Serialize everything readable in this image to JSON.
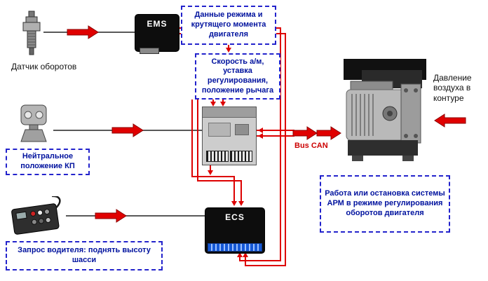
{
  "labels": {
    "ems": "EMS",
    "ecs": "ECS",
    "bus_can": "Bus CAN",
    "rpm_sensor_caption": "Датчик оборотов",
    "air_pressure_caption": "Давление воздуха в контуре"
  },
  "callouts": {
    "engine_data": "Данные режима и крутящего момента двигателя",
    "speed_setpoint": "Скорость а/м, уставка регулирования, положение рычага",
    "gearbox_neutral": "Нейтральное положение КП",
    "driver_request": "Запрос водителя: поднять высоту шасси",
    "apm_status": "Работа или остановка системы АРМ в режиме регулирования оборотов двигателя"
  },
  "colors": {
    "signal_arrow": "#e00000",
    "signal_arrow_outline": "#8b0000",
    "bus_line": "#dd0000",
    "callout_border": "#2323cc",
    "callout_text": "#00129e",
    "bus_can_text": "#cc0000",
    "wire_black": "#222222"
  },
  "icons": {
    "rpm_sensor": "speed-sensor-icon",
    "gearbox_switch": "gearbox-neutral-switch-icon",
    "remote_control": "driver-remote-icon",
    "compressor": "air-compressor-photo",
    "ems_unit": "ems-control-unit",
    "ecu_unit": "central-control-unit",
    "ecs_unit": "ecs-control-unit"
  }
}
